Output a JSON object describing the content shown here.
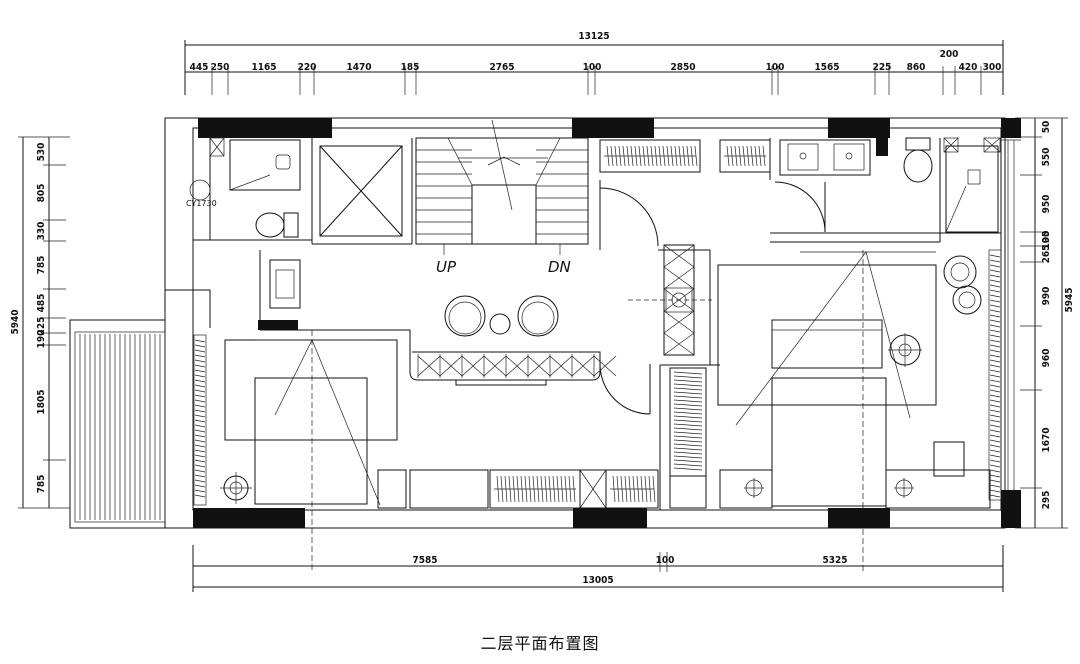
{
  "caption": "二层平面布置图",
  "top_dims": {
    "total": "13125",
    "segments": [
      "445",
      "250",
      "1165",
      "220",
      "1470",
      "185",
      "2765",
      "100",
      "2850",
      "100",
      "1565",
      "225",
      "860",
      "200",
      "420",
      "300"
    ]
  },
  "bottom_dims": {
    "total": "13005",
    "left": "7585",
    "mid": "100",
    "right": "5325"
  },
  "left_dims": {
    "total": "5940",
    "segments": [
      "530",
      "805",
      "330",
      "785",
      "485",
      "225",
      "190",
      "1805",
      "785"
    ]
  },
  "right_dims": {
    "total": "5945",
    "segments": [
      "50",
      "550",
      "950",
      "100",
      "265",
      "95",
      "990",
      "960",
      "1670",
      "295"
    ]
  },
  "labels": {
    "stair_up": "UP",
    "stair_down": "DN",
    "plant_tag": "CY1730"
  }
}
